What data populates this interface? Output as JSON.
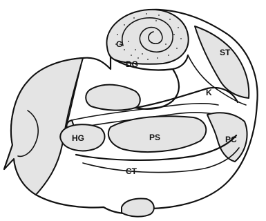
{
  "labels": {
    "g": "G",
    "dg": "DG",
    "st": "ST",
    "k": "K",
    "ps": "PS",
    "pc": "PC",
    "hg": "HG",
    "ct": "CT"
  }
}
